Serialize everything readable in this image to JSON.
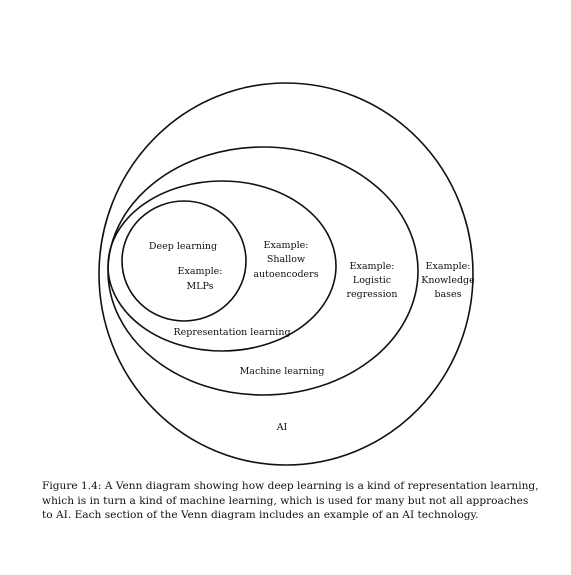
{
  "diagram": {
    "sets": {
      "ai": "AI",
      "machine_learning": "Machine learning",
      "representation_learning": "Representation learning",
      "deep_learning": "Deep learning"
    },
    "examples": {
      "mlps": [
        "Example:",
        "MLPs"
      ],
      "shallow_autoencoders": [
        "Example:",
        "Shallow",
        "autoencoders"
      ],
      "logistic_regression": [
        "Example:",
        "Logistic",
        "regression"
      ],
      "knowledge_bases": [
        "Example:",
        "Knowledge",
        "bases"
      ]
    }
  },
  "caption": {
    "lines": [
      "Figure 1.4: A Venn diagram showing how deep learning is a kind of representation learning,",
      "which is in turn a kind of machine learning, which is used for many but not all approaches",
      "to AI. Each section of the Venn diagram includes an example of an AI technology."
    ]
  }
}
